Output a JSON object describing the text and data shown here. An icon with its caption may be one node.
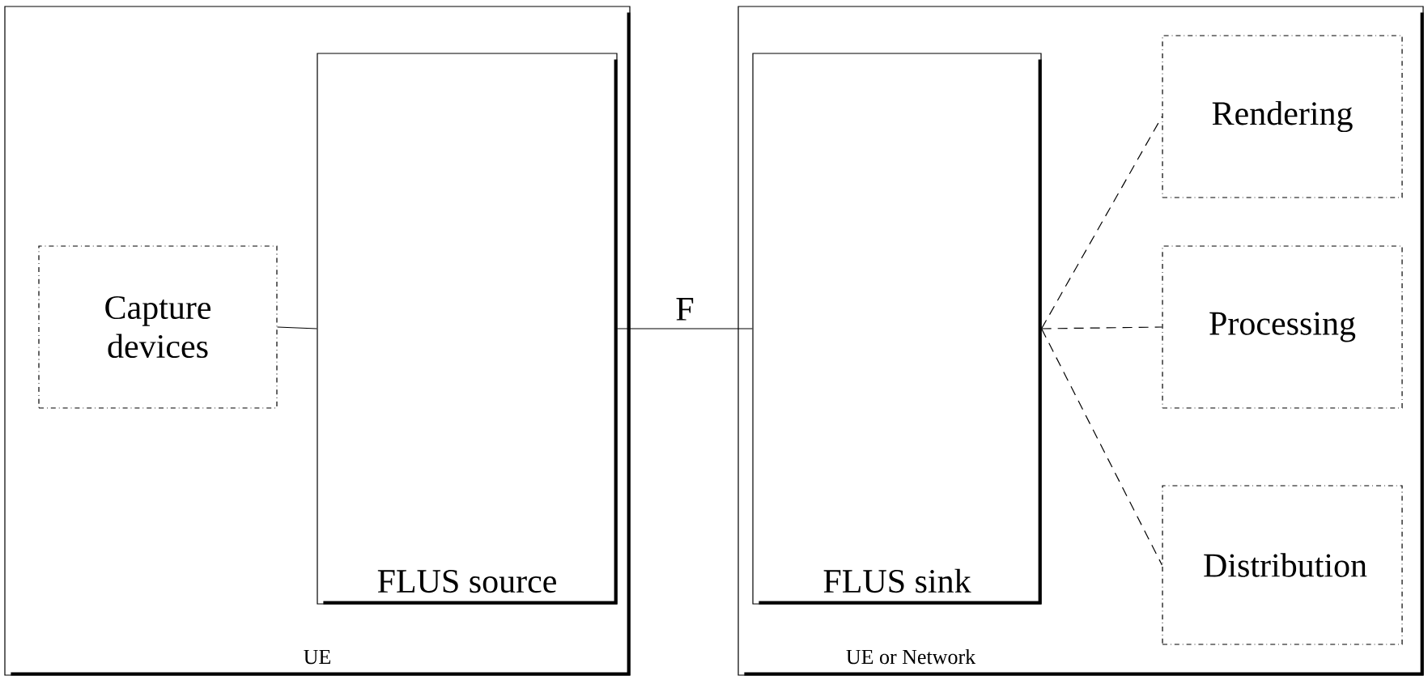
{
  "diagram": {
    "nodes": [
      {
        "text": [
          "UE"
        ]
      },
      {
        "text": [
          "Capture devices"
        ],
        "in": 0
      },
      {
        "text": [
          "FLUS source"
        ],
        "in": 0
      },
      {
        "text": [
          "UE or Network"
        ]
      },
      {
        "text": [
          "FLUS sink"
        ],
        "in": 3
      },
      {
        "text": [
          "Rendering"
        ],
        "in": 3
      },
      {
        "text": [
          "Processing"
        ],
        "in": 3
      },
      {
        "text": [
          "Distribution"
        ],
        "in": 3
      }
    ],
    "edges": [
      {
        "from": 1,
        "to": 2,
        "arrow": "none"
      },
      {
        "from": 2,
        "to": 4,
        "arrow": "none",
        "label": "F"
      },
      {
        "from": 4,
        "to": 5,
        "arrow": "none",
        "style": "dashed"
      },
      {
        "from": 4,
        "to": 6,
        "arrow": "none",
        "style": "dashed"
      },
      {
        "from": 4,
        "to": 7,
        "arrow": "none",
        "style": "dashed"
      }
    ]
  }
}
